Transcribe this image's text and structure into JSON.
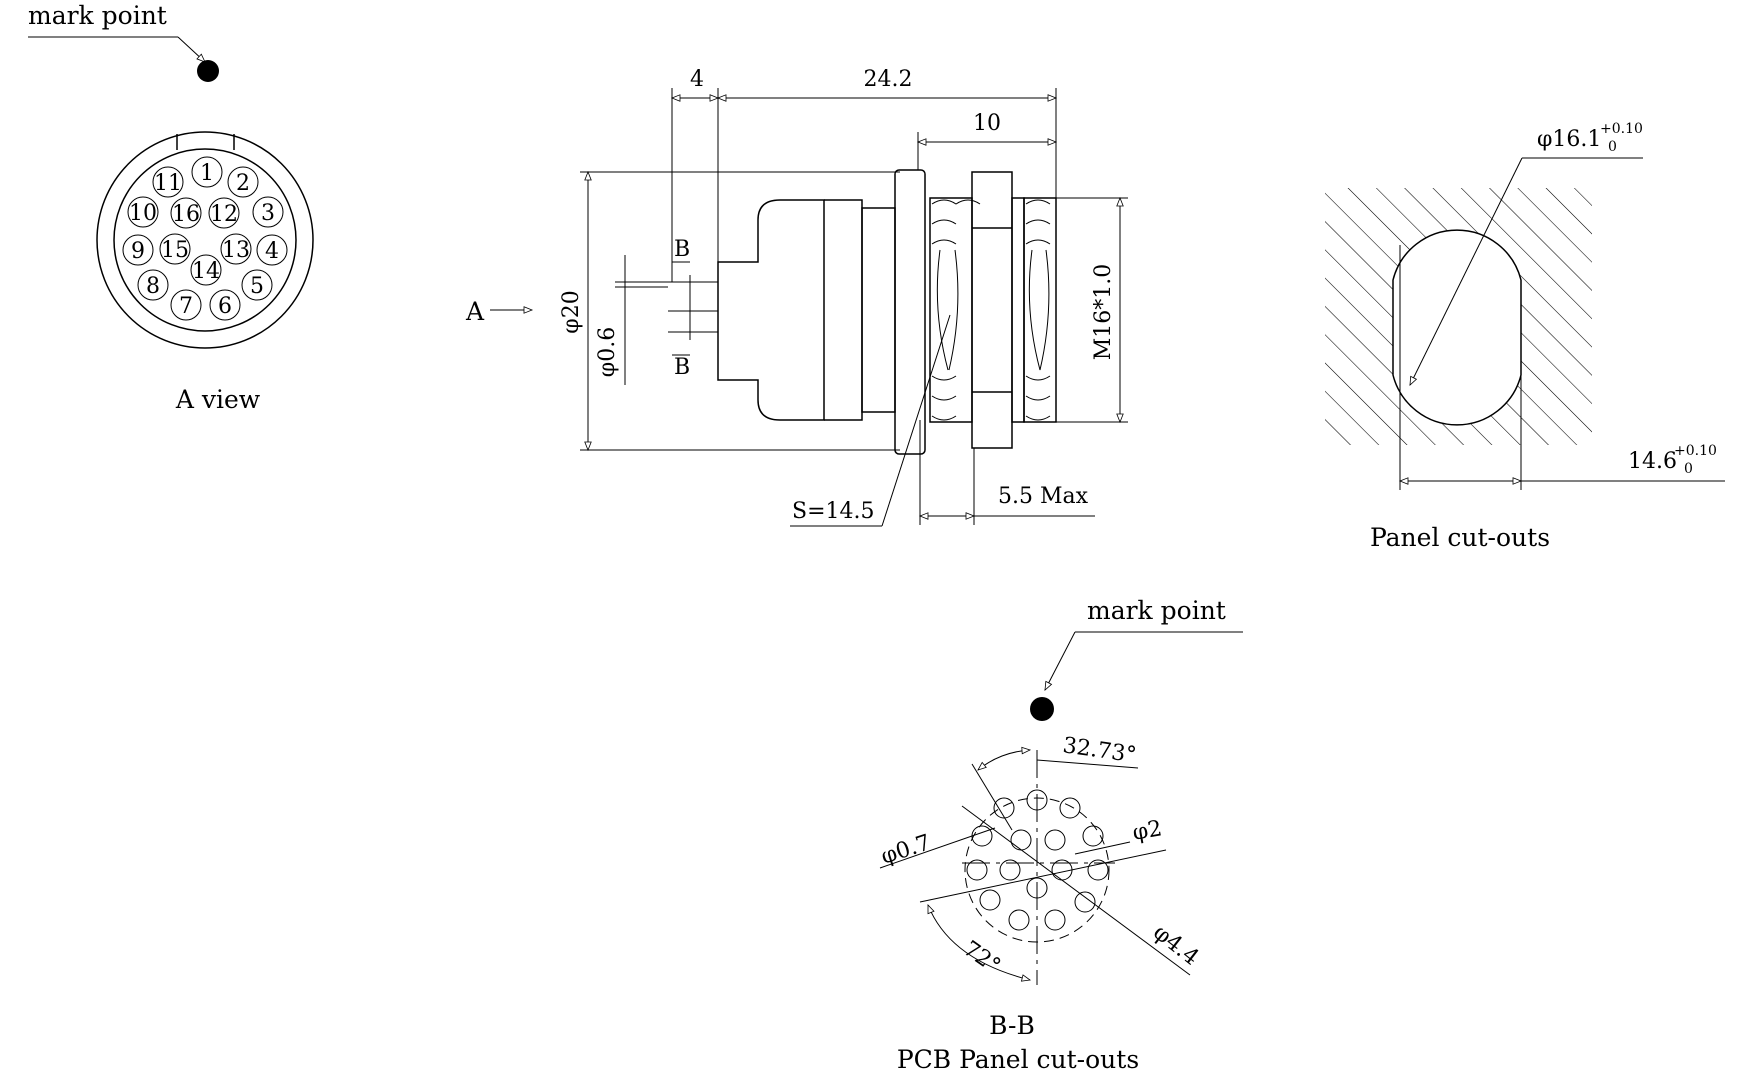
{
  "labels": {
    "mark_point_top": "mark point",
    "a_view": "A view",
    "view_arrow": "A",
    "panel_cutouts": "Panel cut-outs",
    "mark_point_bottom": "mark point",
    "section_bb": "B-B",
    "pcb_cutouts": "PCB Panel cut-outs",
    "section_mark_top": "B",
    "section_mark_bottom": "B"
  },
  "pins": [
    "1",
    "2",
    "3",
    "4",
    "5",
    "6",
    "7",
    "8",
    "9",
    "10",
    "11",
    "12",
    "13",
    "14",
    "15",
    "16"
  ],
  "dimensions": {
    "d4": "4",
    "d24_2": "24.2",
    "d10": "10",
    "dia20": "φ20",
    "dia0_6": "φ0.6",
    "thread": "M16*1.0",
    "s14_5": "S=14.5",
    "max5_5": "5.5 Max",
    "cut_dia": "φ16.1",
    "cut_dia_tol_up": "+0.10",
    "cut_dia_tol_low": "0",
    "cut_flat": "14.6",
    "cut_flat_tol_up": "+0.10",
    "cut_flat_tol_low": "0",
    "ang32": "32.73°",
    "ang72": "72°",
    "pcb_dia0_7": "φ0.7",
    "pcb_dia2": "φ2",
    "pcb_dia4_4": "φ4.4"
  }
}
